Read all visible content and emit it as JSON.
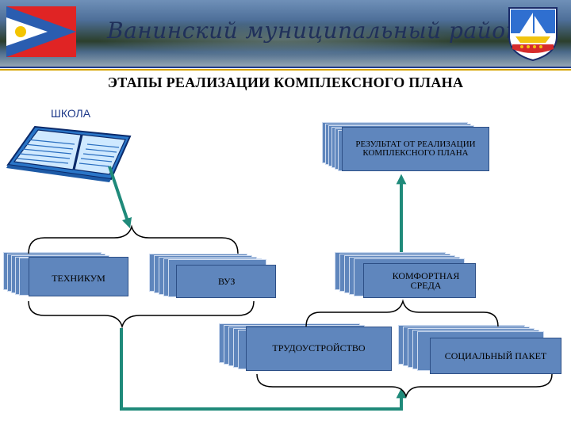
{
  "banner": {
    "title": "Ванинский муниципальный район"
  },
  "page_title": "ЭТАПЫ РЕАЛИЗАЦИИ КОМПЛЕКСНОГО ПЛАНА",
  "school_label": "ШКОЛА",
  "boxes": {
    "result": "РЕЗУЛЬТАТ ОТ РЕАЛИЗАЦИИ КОМПЛЕКСНОГО ПЛАНА",
    "tekhnikum": "ТЕХНИКУМ",
    "vuz": "ВУЗ",
    "comfort": "КОМФОРТНАЯ СРЕДА",
    "employment": "ТРУДОУСТРОЙСТВО",
    "social": "СОЦИАЛЬНЫЙ ПАКЕТ"
  },
  "colors": {
    "box_fill": "#5f86bd",
    "arrow_green": "#1f8a7a",
    "brace_black": "#000000",
    "rule_blue": "#1f3a8a"
  },
  "icons": {
    "flag": "district-flag-icon",
    "crest": "ship-crest-icon",
    "book": "open-book-icon"
  }
}
